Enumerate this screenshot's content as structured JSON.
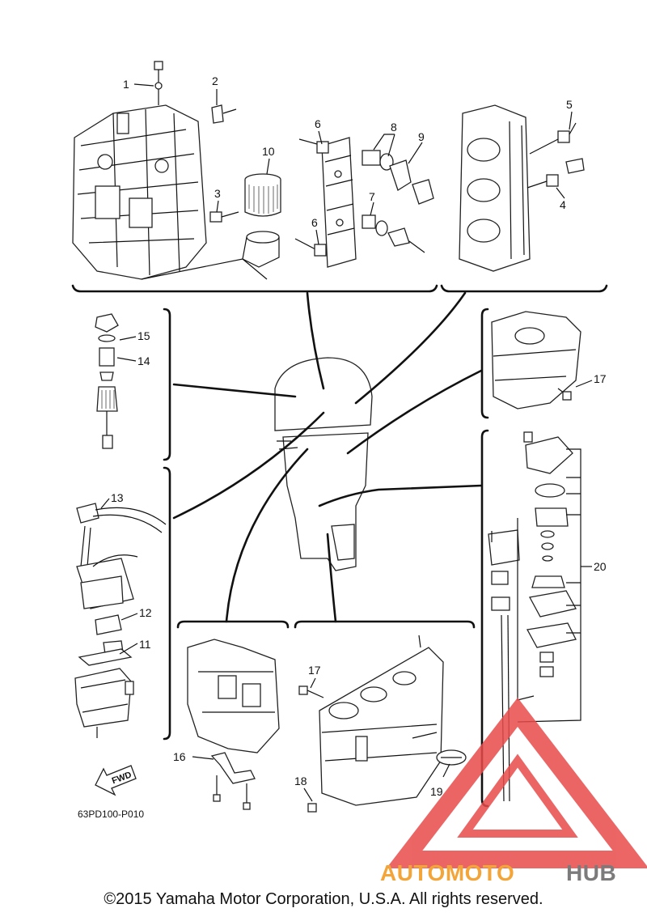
{
  "diagram": {
    "callouts": [
      "1",
      "2",
      "3",
      "4",
      "5",
      "6",
      "6",
      "7",
      "8",
      "9",
      "10",
      "11",
      "12",
      "13",
      "14",
      "15",
      "16",
      "17",
      "18",
      "18",
      "19",
      "20"
    ],
    "drawing_code": "63PD100-P010",
    "fwd_label": "FWD"
  },
  "watermark": {
    "brand_orange": "AUTOMOTO",
    "brand_gray": "HUB",
    "colors": {
      "triangle": "#e94b4b",
      "orange": "#f4a53a",
      "gray": "#7b7b7b"
    }
  },
  "footer": {
    "copyright": "©2015 Yamaha Motor Corporation, U.S.A. All rights reserved."
  }
}
